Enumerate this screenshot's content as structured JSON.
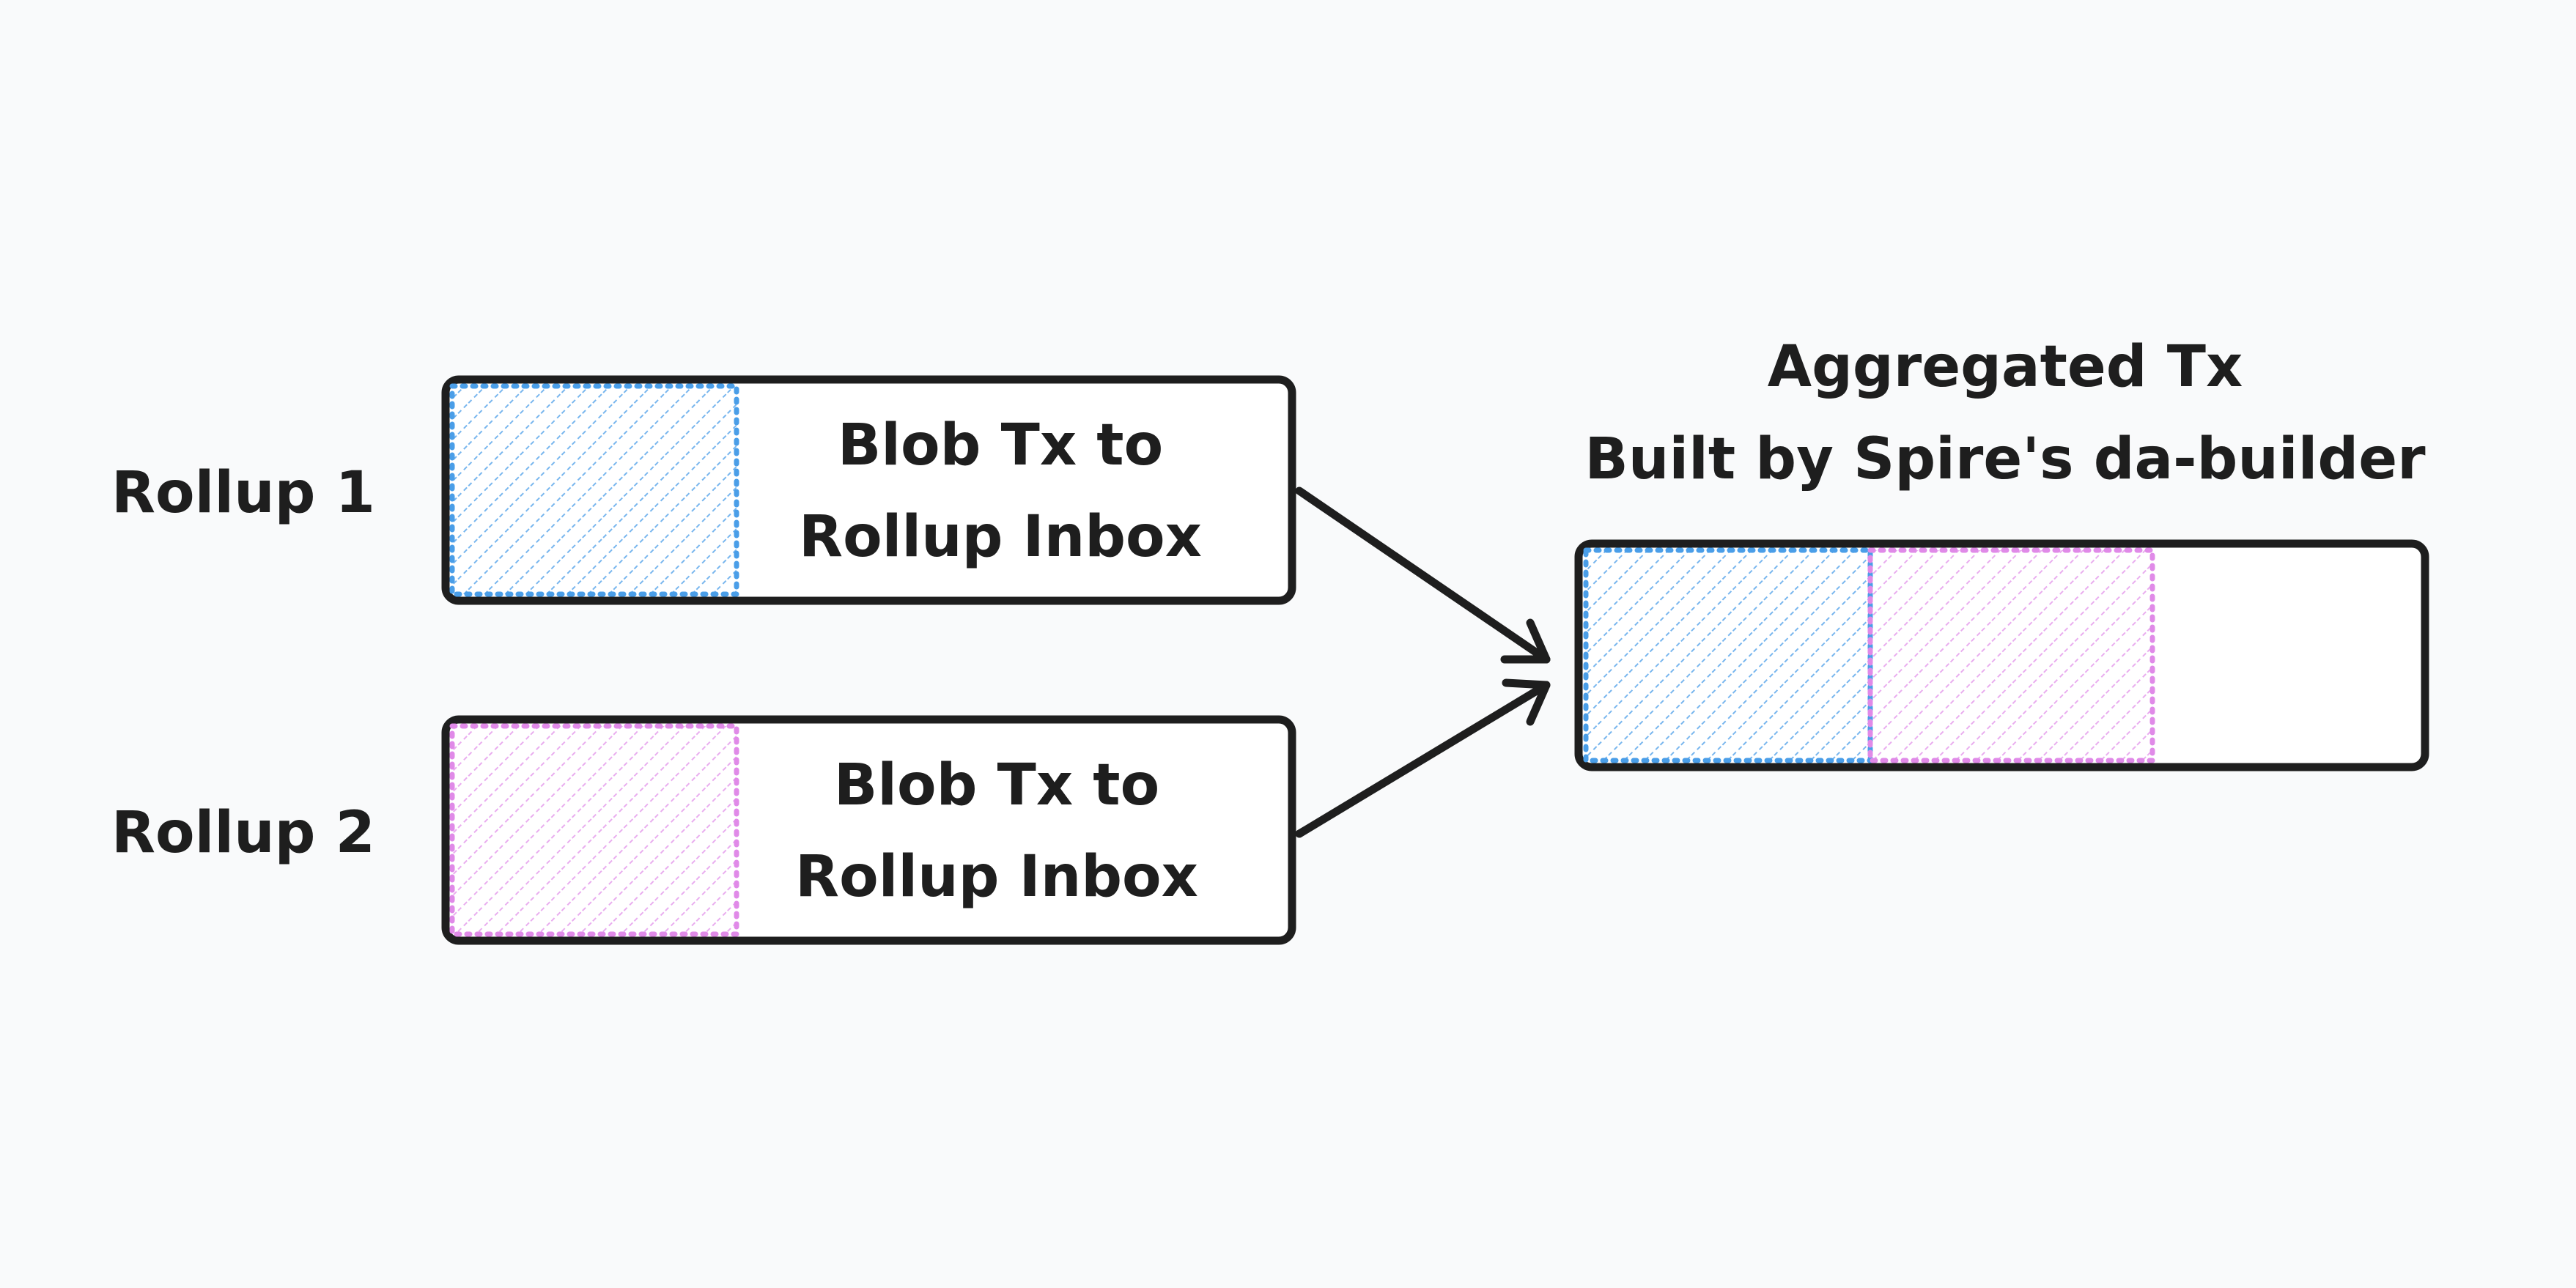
{
  "rollups": [
    {
      "label": "Rollup 1",
      "box_line1": "Blob Tx to",
      "box_line2": "Rollup Inbox",
      "color": "#4a9ee8"
    },
    {
      "label": "Rollup 2",
      "box_line1": "Blob Tx to",
      "box_line2": "Rollup Inbox",
      "color": "#e08ae8"
    }
  ],
  "aggregated": {
    "title_line1": "Aggregated Tx",
    "title_line2": "Built by Spire's da-builder"
  },
  "colors": {
    "background": "#f9fafb",
    "stroke": "#1e1e1e",
    "blob_blue": "#4a9ee8",
    "blob_pink": "#e08ae8"
  }
}
